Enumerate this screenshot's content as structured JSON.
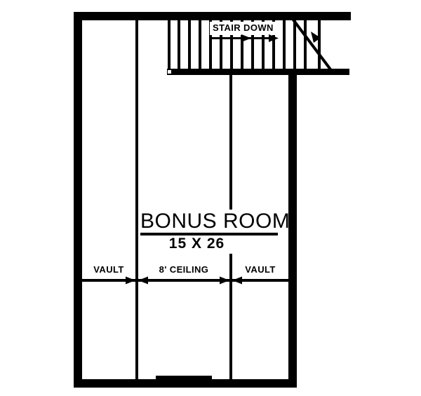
{
  "floor_plan": {
    "room": {
      "name": "BONUS ROOM",
      "dimensions": "15 X 26"
    },
    "stairs": {
      "label": "STAIR DOWN",
      "tread_count": 15
    },
    "ceiling": {
      "left_label": "VAULT",
      "center_label": "8' CEILING",
      "right_label": "VAULT"
    }
  },
  "colors": {
    "ink": "#000000",
    "paper": "#ffffff"
  }
}
